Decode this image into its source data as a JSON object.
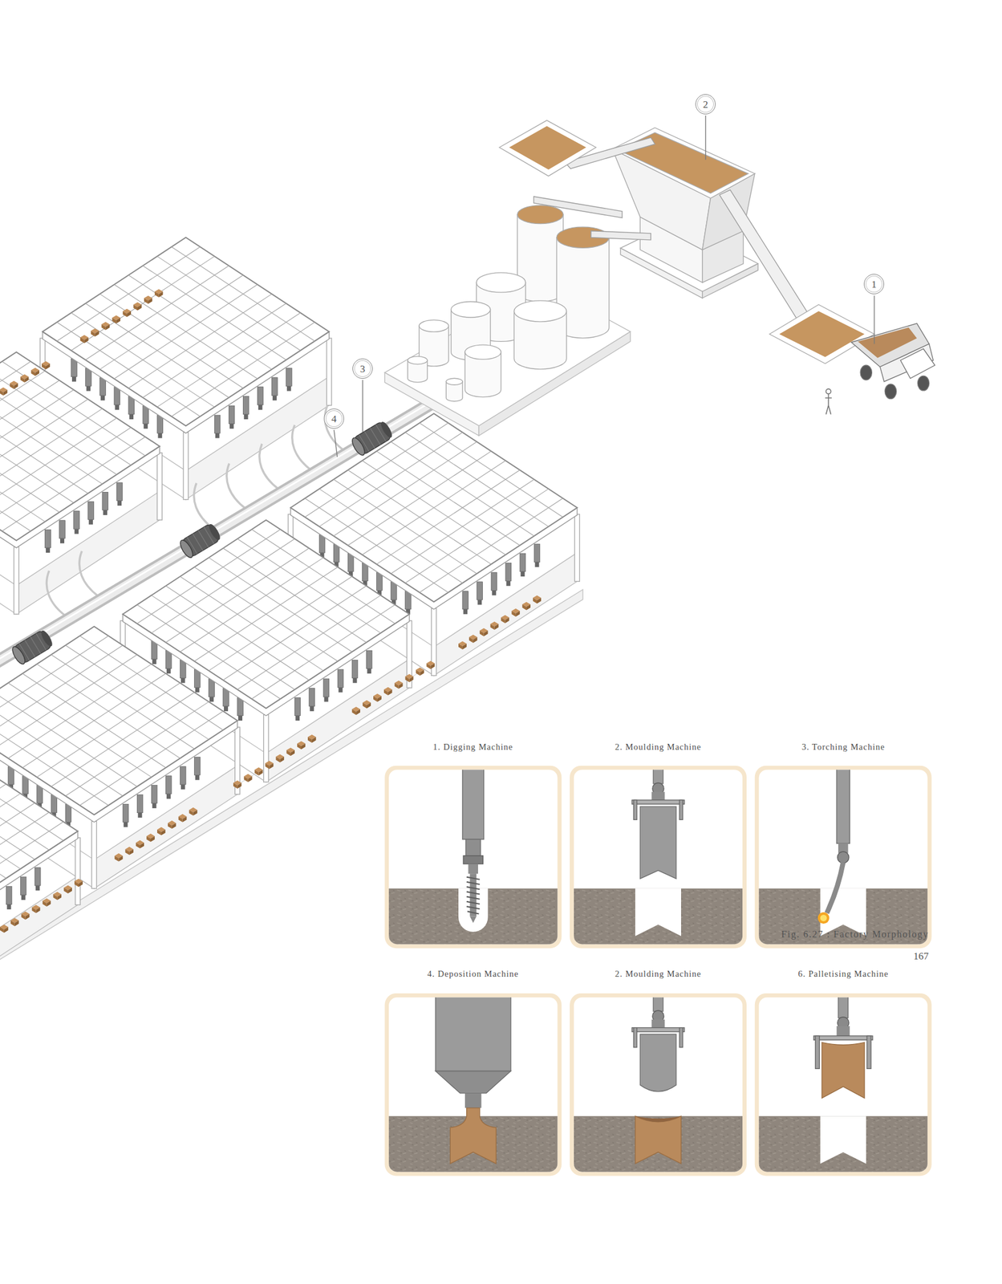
{
  "diagram": {
    "caption": "Fig. 6.27 : Factory Morphology",
    "nodes": [
      {
        "text": [
          "2"
        ]
      },
      {
        "text": [
          "1"
        ]
      },
      {
        "text": [
          "3"
        ]
      },
      {
        "text": [
          "4"
        ]
      },
      {
        "text": [
          "1. Digging Machine"
        ]
      },
      {
        "text": [
          "2. Moulding Machine"
        ]
      },
      {
        "text": [
          "3. Torching Machine"
        ]
      },
      {
        "text": [
          "4. Deposition Machine"
        ]
      },
      {
        "text": [
          "2. Moulding Machine"
        ]
      },
      {
        "text": [
          "6. Palletising Machine"
        ]
      }
    ],
    "labels": [
      "167"
    ]
  }
}
